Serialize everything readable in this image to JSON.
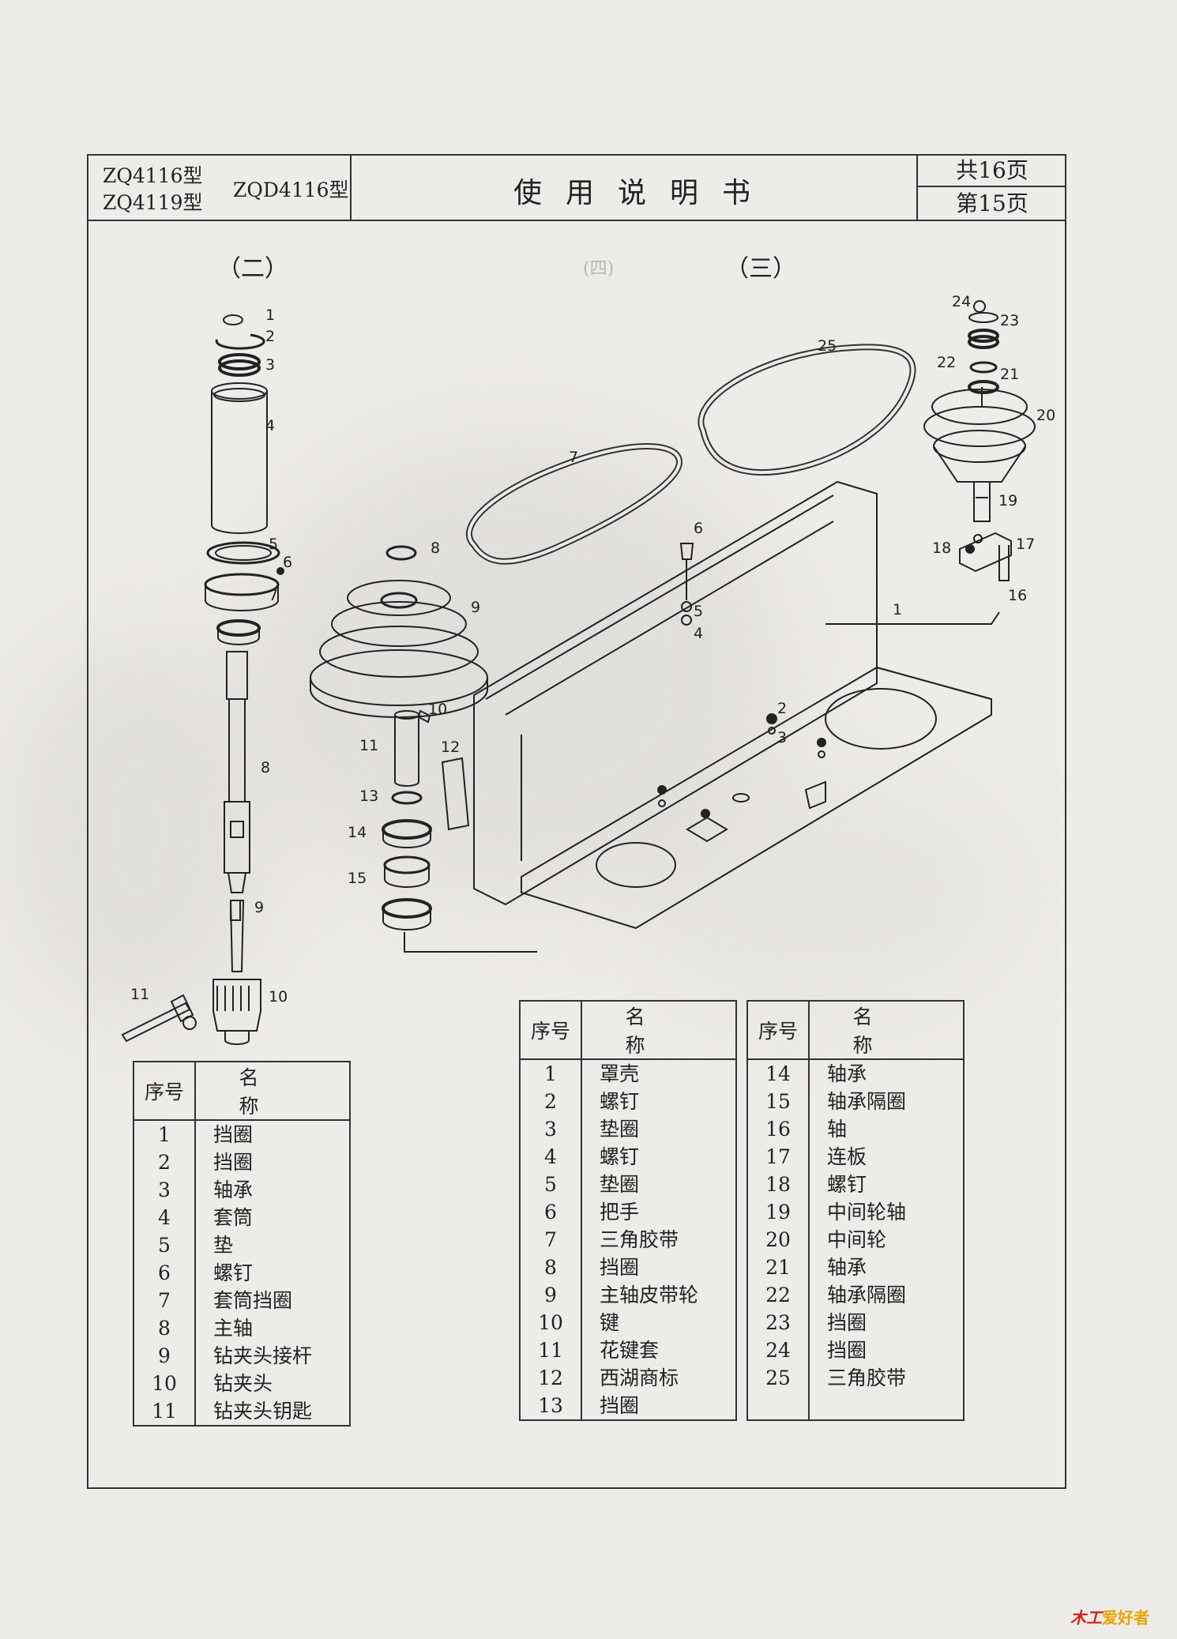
{
  "header": {
    "model_left_1": "ZQ4116型",
    "model_left_2": "ZQ4119型",
    "model_right": "ZQD4116型",
    "title": "使用说明书",
    "total_pages": "共16页",
    "current_page": "第15页"
  },
  "sections": {
    "left": "（二）",
    "right": "（三）",
    "ghost": "(四)"
  },
  "diagram_parts": {
    "section2": [
      "1",
      "2",
      "3",
      "4",
      "5",
      "6",
      "7",
      "8",
      "9",
      "10",
      "11"
    ],
    "section3": [
      "1",
      "2",
      "3",
      "4",
      "5",
      "6",
      "7",
      "8",
      "9",
      "10",
      "11",
      "12",
      "13",
      "14",
      "15",
      "16",
      "17",
      "18",
      "19",
      "20",
      "21",
      "22",
      "23",
      "24",
      "25"
    ]
  },
  "tables": {
    "left": {
      "headers": [
        "序号",
        "名　称"
      ],
      "rows": [
        [
          "1",
          "挡圈"
        ],
        [
          "2",
          "挡圈"
        ],
        [
          "3",
          "轴承"
        ],
        [
          "4",
          "套筒"
        ],
        [
          "5",
          "垫"
        ],
        [
          "6",
          "螺钉"
        ],
        [
          "7",
          "套筒挡圈"
        ],
        [
          "8",
          "主轴"
        ],
        [
          "9",
          "钻夹头接杆"
        ],
        [
          "10",
          "钻夹头"
        ],
        [
          "11",
          "钻夹头钥匙"
        ]
      ]
    },
    "middle": {
      "headers": [
        "序号",
        "名　称"
      ],
      "rows": [
        [
          "1",
          "罩壳"
        ],
        [
          "2",
          "螺钉"
        ],
        [
          "3",
          "垫圈"
        ],
        [
          "4",
          "螺钉"
        ],
        [
          "5",
          "垫圈"
        ],
        [
          "6",
          "把手"
        ],
        [
          "7",
          "三角胶带"
        ],
        [
          "8",
          "挡圈"
        ],
        [
          "9",
          "主轴皮带轮"
        ],
        [
          "10",
          "键"
        ],
        [
          "11",
          "花键套"
        ],
        [
          "12",
          "西湖商标"
        ],
        [
          "13",
          "挡圈"
        ]
      ]
    },
    "right": {
      "headers": [
        "序号",
        "名　称"
      ],
      "rows": [
        [
          "14",
          "轴承"
        ],
        [
          "15",
          "轴承隔圈"
        ],
        [
          "16",
          "轴"
        ],
        [
          "17",
          "连板"
        ],
        [
          "18",
          "螺钉"
        ],
        [
          "19",
          "中间轮轴"
        ],
        [
          "20",
          "中间轮"
        ],
        [
          "21",
          "轴承"
        ],
        [
          "22",
          "轴承隔圈"
        ],
        [
          "23",
          "挡圈"
        ],
        [
          "24",
          "挡圈"
        ],
        [
          "25",
          "三角胶带"
        ]
      ]
    }
  },
  "watermark": {
    "text_a": "木工",
    "text_b": "爱好者"
  }
}
